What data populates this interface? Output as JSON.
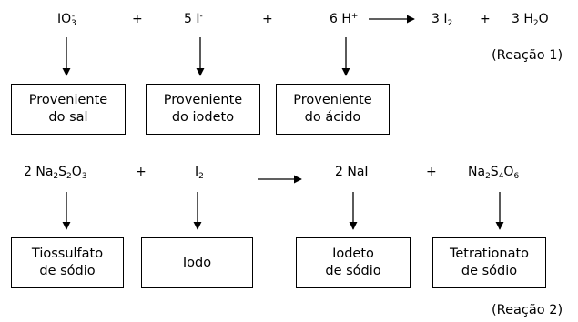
{
  "reaction1": {
    "term1": {
      "base": "IO",
      "sub": "3",
      "sup": "-"
    },
    "plus1": "+",
    "term2": {
      "base": "5 I",
      "sup": "-"
    },
    "plus2": "+",
    "term3": {
      "base": "6 H",
      "sup": "+"
    },
    "product1": {
      "base": "3 I",
      "sub": "2"
    },
    "plus3": "+",
    "product2": {
      "base": "3 H",
      "sub": "2",
      "tail": "O"
    },
    "label": "(Reação 1)",
    "boxes": [
      "Proveniente\ndo sal",
      "Proveniente\ndo iodeto",
      "Proveniente\ndo ácido"
    ]
  },
  "reaction2": {
    "term1": {
      "pre": "2 Na",
      "sub1": "2",
      "mid": "S",
      "sub2": "2",
      "mid2": "O",
      "sub3": "3"
    },
    "plus1": "+",
    "term2": {
      "base": "I",
      "sub": "2"
    },
    "product1": "2 NaI",
    "plus2": "+",
    "product2": {
      "pre": "Na",
      "sub1": "2",
      "mid": "S",
      "sub2": "4",
      "mid2": "O",
      "sub3": "6"
    },
    "label": "(Reação 2)",
    "boxes": [
      "Tiossulfato\nde sódio",
      "Iodo",
      "Iodeto\nde sódio",
      "Tetrationato\nde sódio"
    ]
  }
}
